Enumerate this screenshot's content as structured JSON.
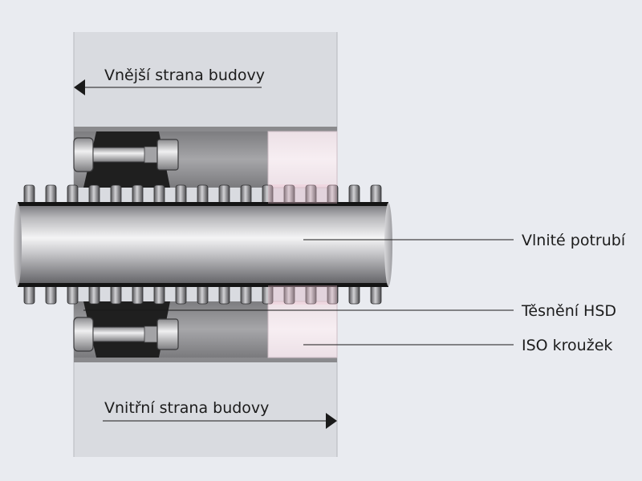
{
  "labels": {
    "outside": "Vnější strana budovy",
    "inside": "Vnitřní strana budovy",
    "pipe": "Vlnité potrubí",
    "seal": "Těsnění HSD",
    "iso_ring": "ISO kroužek"
  },
  "colors": {
    "background": "#e9ebf0",
    "wall_core": "#d9dbe0",
    "seal_rubber": "#1f1f1f",
    "iso_ring": "#f4e9ee",
    "pipe_steel": "#b4b4b7",
    "guide_line": "#1a1a1a"
  }
}
